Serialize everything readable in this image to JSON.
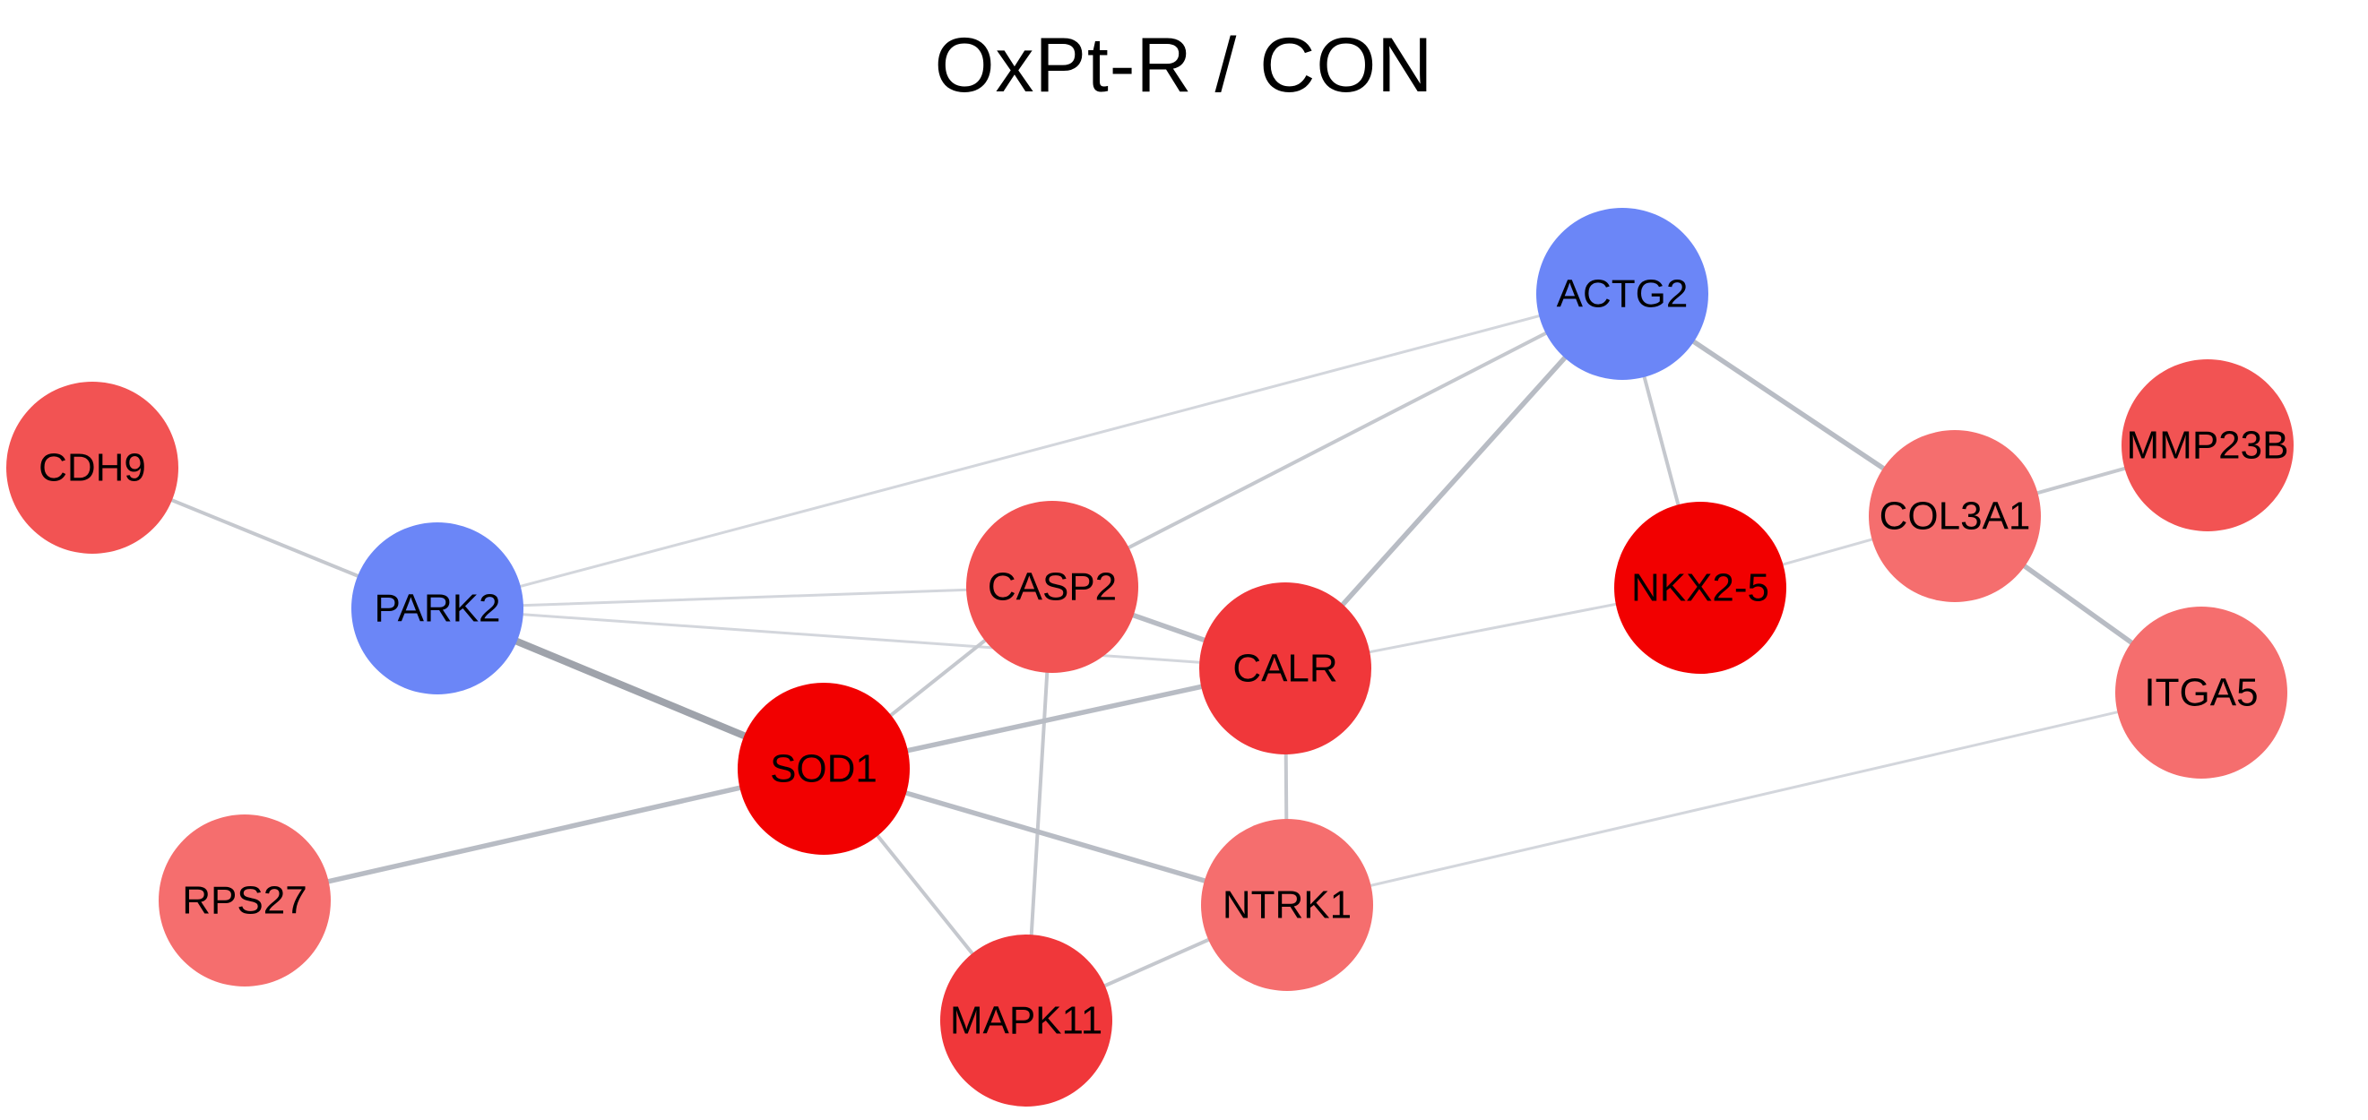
{
  "title": "OxPt-R / CON",
  "colors": {
    "down_blue": "#6B86F7",
    "up_strong": "#F20000",
    "up_high": "#F0373A",
    "up_medium": "#F25353",
    "up_light": "#F56E6E",
    "edge": "#B8BCC4",
    "edge_dark": "#9FA3AB"
  },
  "nodes": [
    {
      "id": "ACTG2",
      "label": "ACTG2",
      "color": "down_blue"
    },
    {
      "id": "CDH9",
      "label": "CDH9",
      "color": "up_medium"
    },
    {
      "id": "PARK2",
      "label": "PARK2",
      "color": "down_blue"
    },
    {
      "id": "CASP2",
      "label": "CASP2",
      "color": "up_medium"
    },
    {
      "id": "CALR",
      "label": "CALR",
      "color": "up_high"
    },
    {
      "id": "NKX2-5",
      "label": "NKX2-5",
      "color": "up_strong"
    },
    {
      "id": "COL3A1",
      "label": "COL3A1",
      "color": "up_light"
    },
    {
      "id": "MMP23B",
      "label": "MMP23B",
      "color": "up_medium"
    },
    {
      "id": "ITGA5",
      "label": "ITGA5",
      "color": "up_light"
    },
    {
      "id": "SOD1",
      "label": "SOD1",
      "color": "up_strong"
    },
    {
      "id": "RPS27",
      "label": "RPS27",
      "color": "up_light"
    },
    {
      "id": "NTRK1",
      "label": "NTRK1",
      "color": "up_light"
    },
    {
      "id": "MAPK11",
      "label": "MAPK11",
      "color": "up_high"
    }
  ],
  "edges": [
    {
      "source": "CDH9",
      "target": "PARK2",
      "strength": "weak"
    },
    {
      "source": "PARK2",
      "target": "ACTG2",
      "strength": "faint"
    },
    {
      "source": "PARK2",
      "target": "CASP2",
      "strength": "faint"
    },
    {
      "source": "PARK2",
      "target": "CALR",
      "strength": "faint"
    },
    {
      "source": "PARK2",
      "target": "SOD1",
      "strength": "strong"
    },
    {
      "source": "ACTG2",
      "target": "CASP2",
      "strength": "weak"
    },
    {
      "source": "ACTG2",
      "target": "CALR",
      "strength": "medium"
    },
    {
      "source": "ACTG2",
      "target": "NKX2-5",
      "strength": "weak"
    },
    {
      "source": "ACTG2",
      "target": "COL3A1",
      "strength": "medium"
    },
    {
      "source": "COL3A1",
      "target": "MMP23B",
      "strength": "weak"
    },
    {
      "source": "COL3A1",
      "target": "NKX2-5",
      "strength": "faint"
    },
    {
      "source": "COL3A1",
      "target": "ITGA5",
      "strength": "medium"
    },
    {
      "source": "CASP2",
      "target": "CALR",
      "strength": "medium"
    },
    {
      "source": "CASP2",
      "target": "SOD1",
      "strength": "weak"
    },
    {
      "source": "CASP2",
      "target": "MAPK11",
      "strength": "weak"
    },
    {
      "source": "CALR",
      "target": "NKX2-5",
      "strength": "faint"
    },
    {
      "source": "CALR",
      "target": "SOD1",
      "strength": "medium"
    },
    {
      "source": "CALR",
      "target": "NTRK1",
      "strength": "weak"
    },
    {
      "source": "SOD1",
      "target": "RPS27",
      "strength": "medium"
    },
    {
      "source": "SOD1",
      "target": "NTRK1",
      "strength": "medium"
    },
    {
      "source": "SOD1",
      "target": "MAPK11",
      "strength": "weak"
    },
    {
      "source": "NTRK1",
      "target": "MAPK11",
      "strength": "weak"
    },
    {
      "source": "NTRK1",
      "target": "ITGA5",
      "strength": "faint"
    }
  ]
}
